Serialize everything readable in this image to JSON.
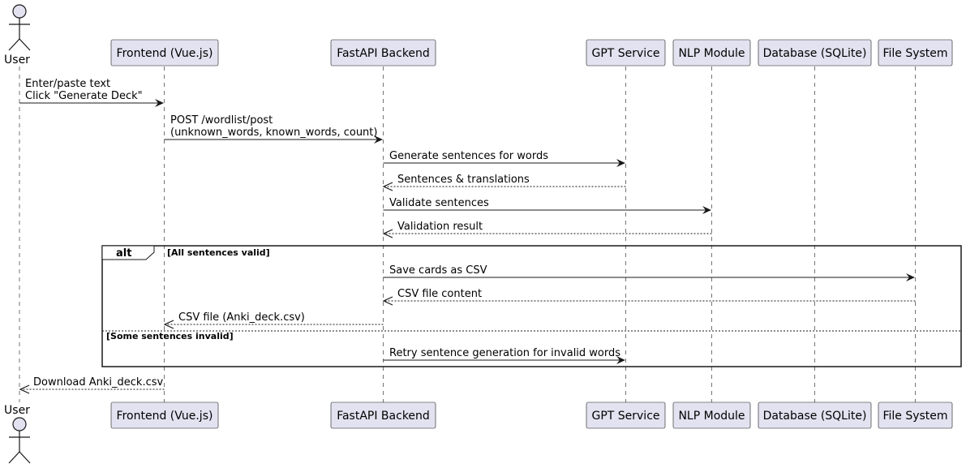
{
  "participants": [
    {
      "id": "user",
      "label": "User",
      "kind": "actor"
    },
    {
      "id": "frontend",
      "label": "Frontend (Vue.js)",
      "kind": "box"
    },
    {
      "id": "backend",
      "label": "FastAPI Backend",
      "kind": "box"
    },
    {
      "id": "gpt",
      "label": "GPT Service",
      "kind": "box"
    },
    {
      "id": "nlp",
      "label": "NLP Module",
      "kind": "box"
    },
    {
      "id": "db",
      "label": "Database (SQLite)",
      "kind": "box"
    },
    {
      "id": "fs",
      "label": "File System",
      "kind": "box"
    }
  ],
  "messages": [
    {
      "from": "user",
      "to": "frontend",
      "lines": [
        "Enter/paste text",
        "Click \"Generate Deck\""
      ],
      "style": "solid"
    },
    {
      "from": "frontend",
      "to": "backend",
      "lines": [
        "POST /wordlist/post",
        "(unknown_words, known_words, count)"
      ],
      "style": "solid"
    },
    {
      "from": "backend",
      "to": "gpt",
      "lines": [
        "Generate sentences for words"
      ],
      "style": "solid"
    },
    {
      "from": "gpt",
      "to": "backend",
      "lines": [
        "Sentences & translations"
      ],
      "style": "dashed"
    },
    {
      "from": "backend",
      "to": "nlp",
      "lines": [
        "Validate sentences"
      ],
      "style": "solid"
    },
    {
      "from": "nlp",
      "to": "backend",
      "lines": [
        "Validation result"
      ],
      "style": "dashed"
    },
    {
      "from": "backend",
      "to": "fs",
      "lines": [
        "Save cards as CSV"
      ],
      "style": "solid"
    },
    {
      "from": "fs",
      "to": "backend",
      "lines": [
        "CSV file content"
      ],
      "style": "dashed"
    },
    {
      "from": "backend",
      "to": "frontend",
      "lines": [
        "CSV file (Anki_deck.csv)"
      ],
      "style": "dashed"
    },
    {
      "from": "backend",
      "to": "gpt",
      "lines": [
        "Retry sentence generation for invalid words"
      ],
      "style": "solid"
    },
    {
      "from": "frontend",
      "to": "user",
      "lines": [
        "Download Anki_deck.csv"
      ],
      "style": "dashed"
    }
  ],
  "fragment": {
    "keyword": "alt",
    "guard_1": "[All sentences valid]",
    "guard_2": "[Some sentences invalid]"
  },
  "colors": {
    "box_fill": "#e2e2f0",
    "box_stroke": "#181818",
    "lifeline": "#181818",
    "background": "#ffffff"
  }
}
